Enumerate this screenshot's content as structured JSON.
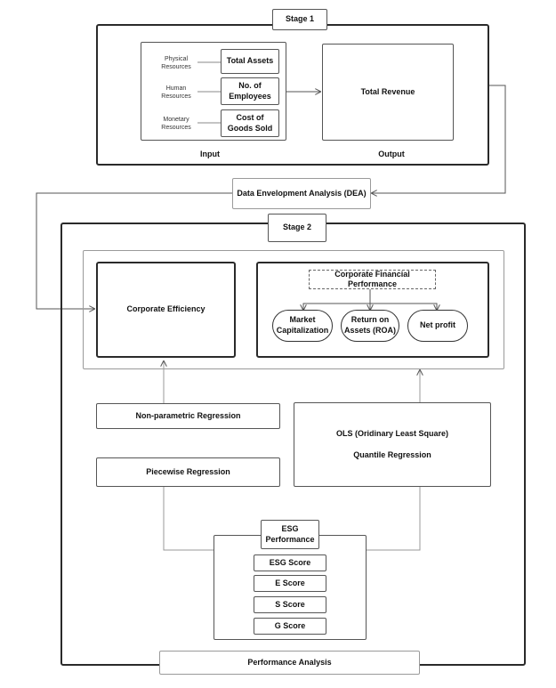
{
  "stage1": {
    "title": "Stage 1",
    "input_label": "Input",
    "output_label": "Output",
    "resources": [
      {
        "name": "Physical\nResources",
        "metric": "Total Assets"
      },
      {
        "name": "Human\nResources",
        "metric": "No. of\nEmployees"
      },
      {
        "name": "Monetary\nResources",
        "metric": "Cost of\nGoods Sold"
      }
    ],
    "output": "Total Revenue"
  },
  "dea": "Data Envelopment Analysis (DEA)",
  "stage2": {
    "title": "Stage 2",
    "efficiency": "Corporate Efficiency",
    "financial_performance": {
      "title": "Corporate Financial Performance",
      "items": [
        "Market\nCapitalization",
        "Return on\nAssets (ROA)",
        "Net profit"
      ]
    },
    "regressions_left": [
      "Non-parametric Regression",
      "Piecewise Regression"
    ],
    "regressions_right": [
      "OLS (Oridinary Least Square)",
      "Quantile Regression"
    ],
    "esg": {
      "title": "ESG\nPerformance",
      "scores": [
        "ESG Score",
        "E Score",
        "S Score",
        "G Score"
      ]
    },
    "performance_analysis": "Performance Analysis"
  }
}
